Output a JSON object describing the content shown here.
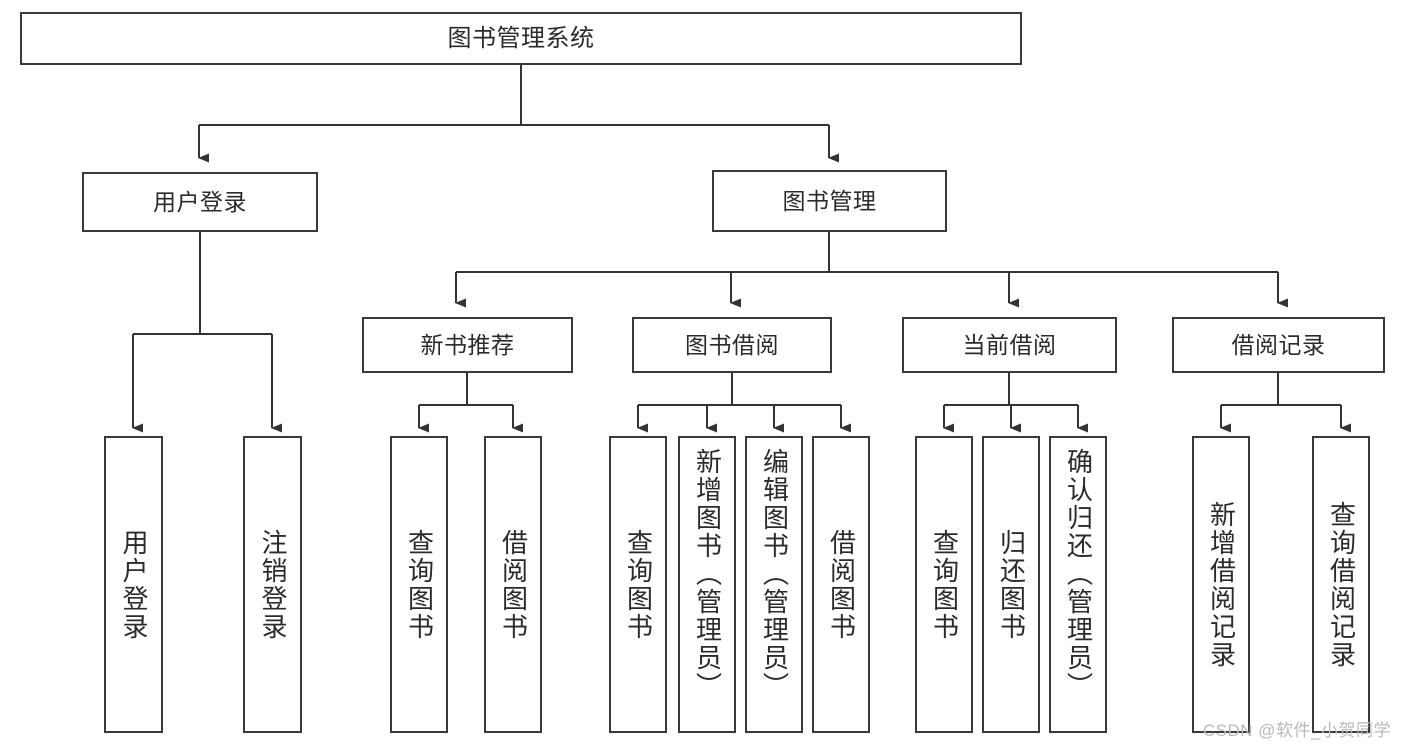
{
  "diagram": {
    "type": "tree-hierarchy",
    "title": "图书管理系统",
    "orientation": "top-down",
    "colors": {
      "box_border": "#3a3a3a",
      "box_fill": "#ffffff",
      "connector": "#333333",
      "text": "#2b2b2b",
      "watermark": "#b9b9b9",
      "background": "#ffffff"
    },
    "root": {
      "id": "root",
      "label": "图书管理系统"
    },
    "level1": [
      {
        "id": "user-login",
        "label": "用户登录"
      },
      {
        "id": "book-manage",
        "label": "图书管理"
      }
    ],
    "level2": [
      {
        "id": "new-book-rec",
        "label": "新书推荐",
        "parent": "book-manage"
      },
      {
        "id": "book-borrow",
        "label": "图书借阅",
        "parent": "book-manage"
      },
      {
        "id": "current-borrow",
        "label": "当前借阅",
        "parent": "book-manage"
      },
      {
        "id": "borrow-record",
        "label": "借阅记录",
        "parent": "book-manage"
      }
    ],
    "leaves": [
      {
        "id": "leaf-user-login",
        "label": "用户登录",
        "parent": "user-login"
      },
      {
        "id": "leaf-logout",
        "label": "注销登录",
        "parent": "user-login"
      },
      {
        "id": "leaf-query-book-1",
        "label": "查询图书",
        "parent": "new-book-rec"
      },
      {
        "id": "leaf-borrow-book-1",
        "label": "借阅图书",
        "parent": "new-book-rec"
      },
      {
        "id": "leaf-query-book-2",
        "label": "查询图书",
        "parent": "book-borrow"
      },
      {
        "id": "leaf-add-book",
        "label": "新增图书（管理员）",
        "parent": "book-borrow"
      },
      {
        "id": "leaf-edit-book",
        "label": "编辑图书（管理员）",
        "parent": "book-borrow"
      },
      {
        "id": "leaf-borrow-book-2",
        "label": "借阅图书",
        "parent": "book-borrow"
      },
      {
        "id": "leaf-query-book-3",
        "label": "查询图书",
        "parent": "current-borrow"
      },
      {
        "id": "leaf-return-book",
        "label": "归还图书",
        "parent": "current-borrow"
      },
      {
        "id": "leaf-confirm-return",
        "label": "确认归还（管理员）",
        "parent": "current-borrow"
      },
      {
        "id": "leaf-add-record",
        "label": "新增借阅记录",
        "parent": "borrow-record"
      },
      {
        "id": "leaf-query-record",
        "label": "查询借阅记录",
        "parent": "borrow-record"
      }
    ]
  },
  "watermark": {
    "text": "CSDN @软件_小贺同学"
  }
}
